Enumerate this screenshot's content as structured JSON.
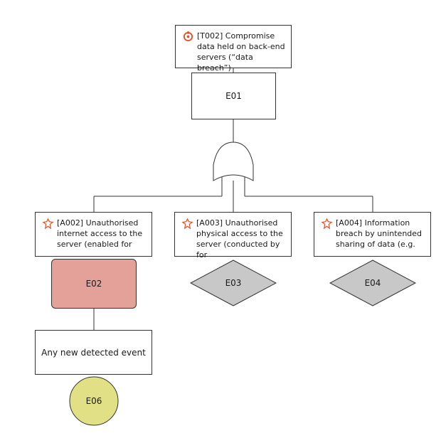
{
  "nodes": {
    "top_label": {
      "text": "[T002] Compromise data held on back-end servers (“data breach”)",
      "icon": "threat-icon"
    },
    "e01": {
      "text": "E01"
    },
    "a002": {
      "text": "[A002] Unauthorised internet access to the server (enabled for",
      "icon": "attack-icon"
    },
    "a003": {
      "text": "[A003] Unauthorised physical access to the server (conducted by for",
      "icon": "attack-icon"
    },
    "a004": {
      "text": "[A004] Information breach by unintended sharing of data (e.g.",
      "icon": "attack-icon"
    },
    "e02": {
      "text": "E02",
      "fill": "#e3a199"
    },
    "e03": {
      "text": "E03",
      "fill": "#c8c8c8"
    },
    "e04": {
      "text": "E04",
      "fill": "#c8c8c8"
    },
    "new_event": {
      "text": "Any new detected event"
    },
    "e06": {
      "text": "E06",
      "fill": "#e2e085"
    }
  },
  "gate": {
    "type": "OR",
    "icon": "or-gate-icon"
  },
  "colors": {
    "icon_accent": "#e0522a",
    "line": "#333333"
  }
}
